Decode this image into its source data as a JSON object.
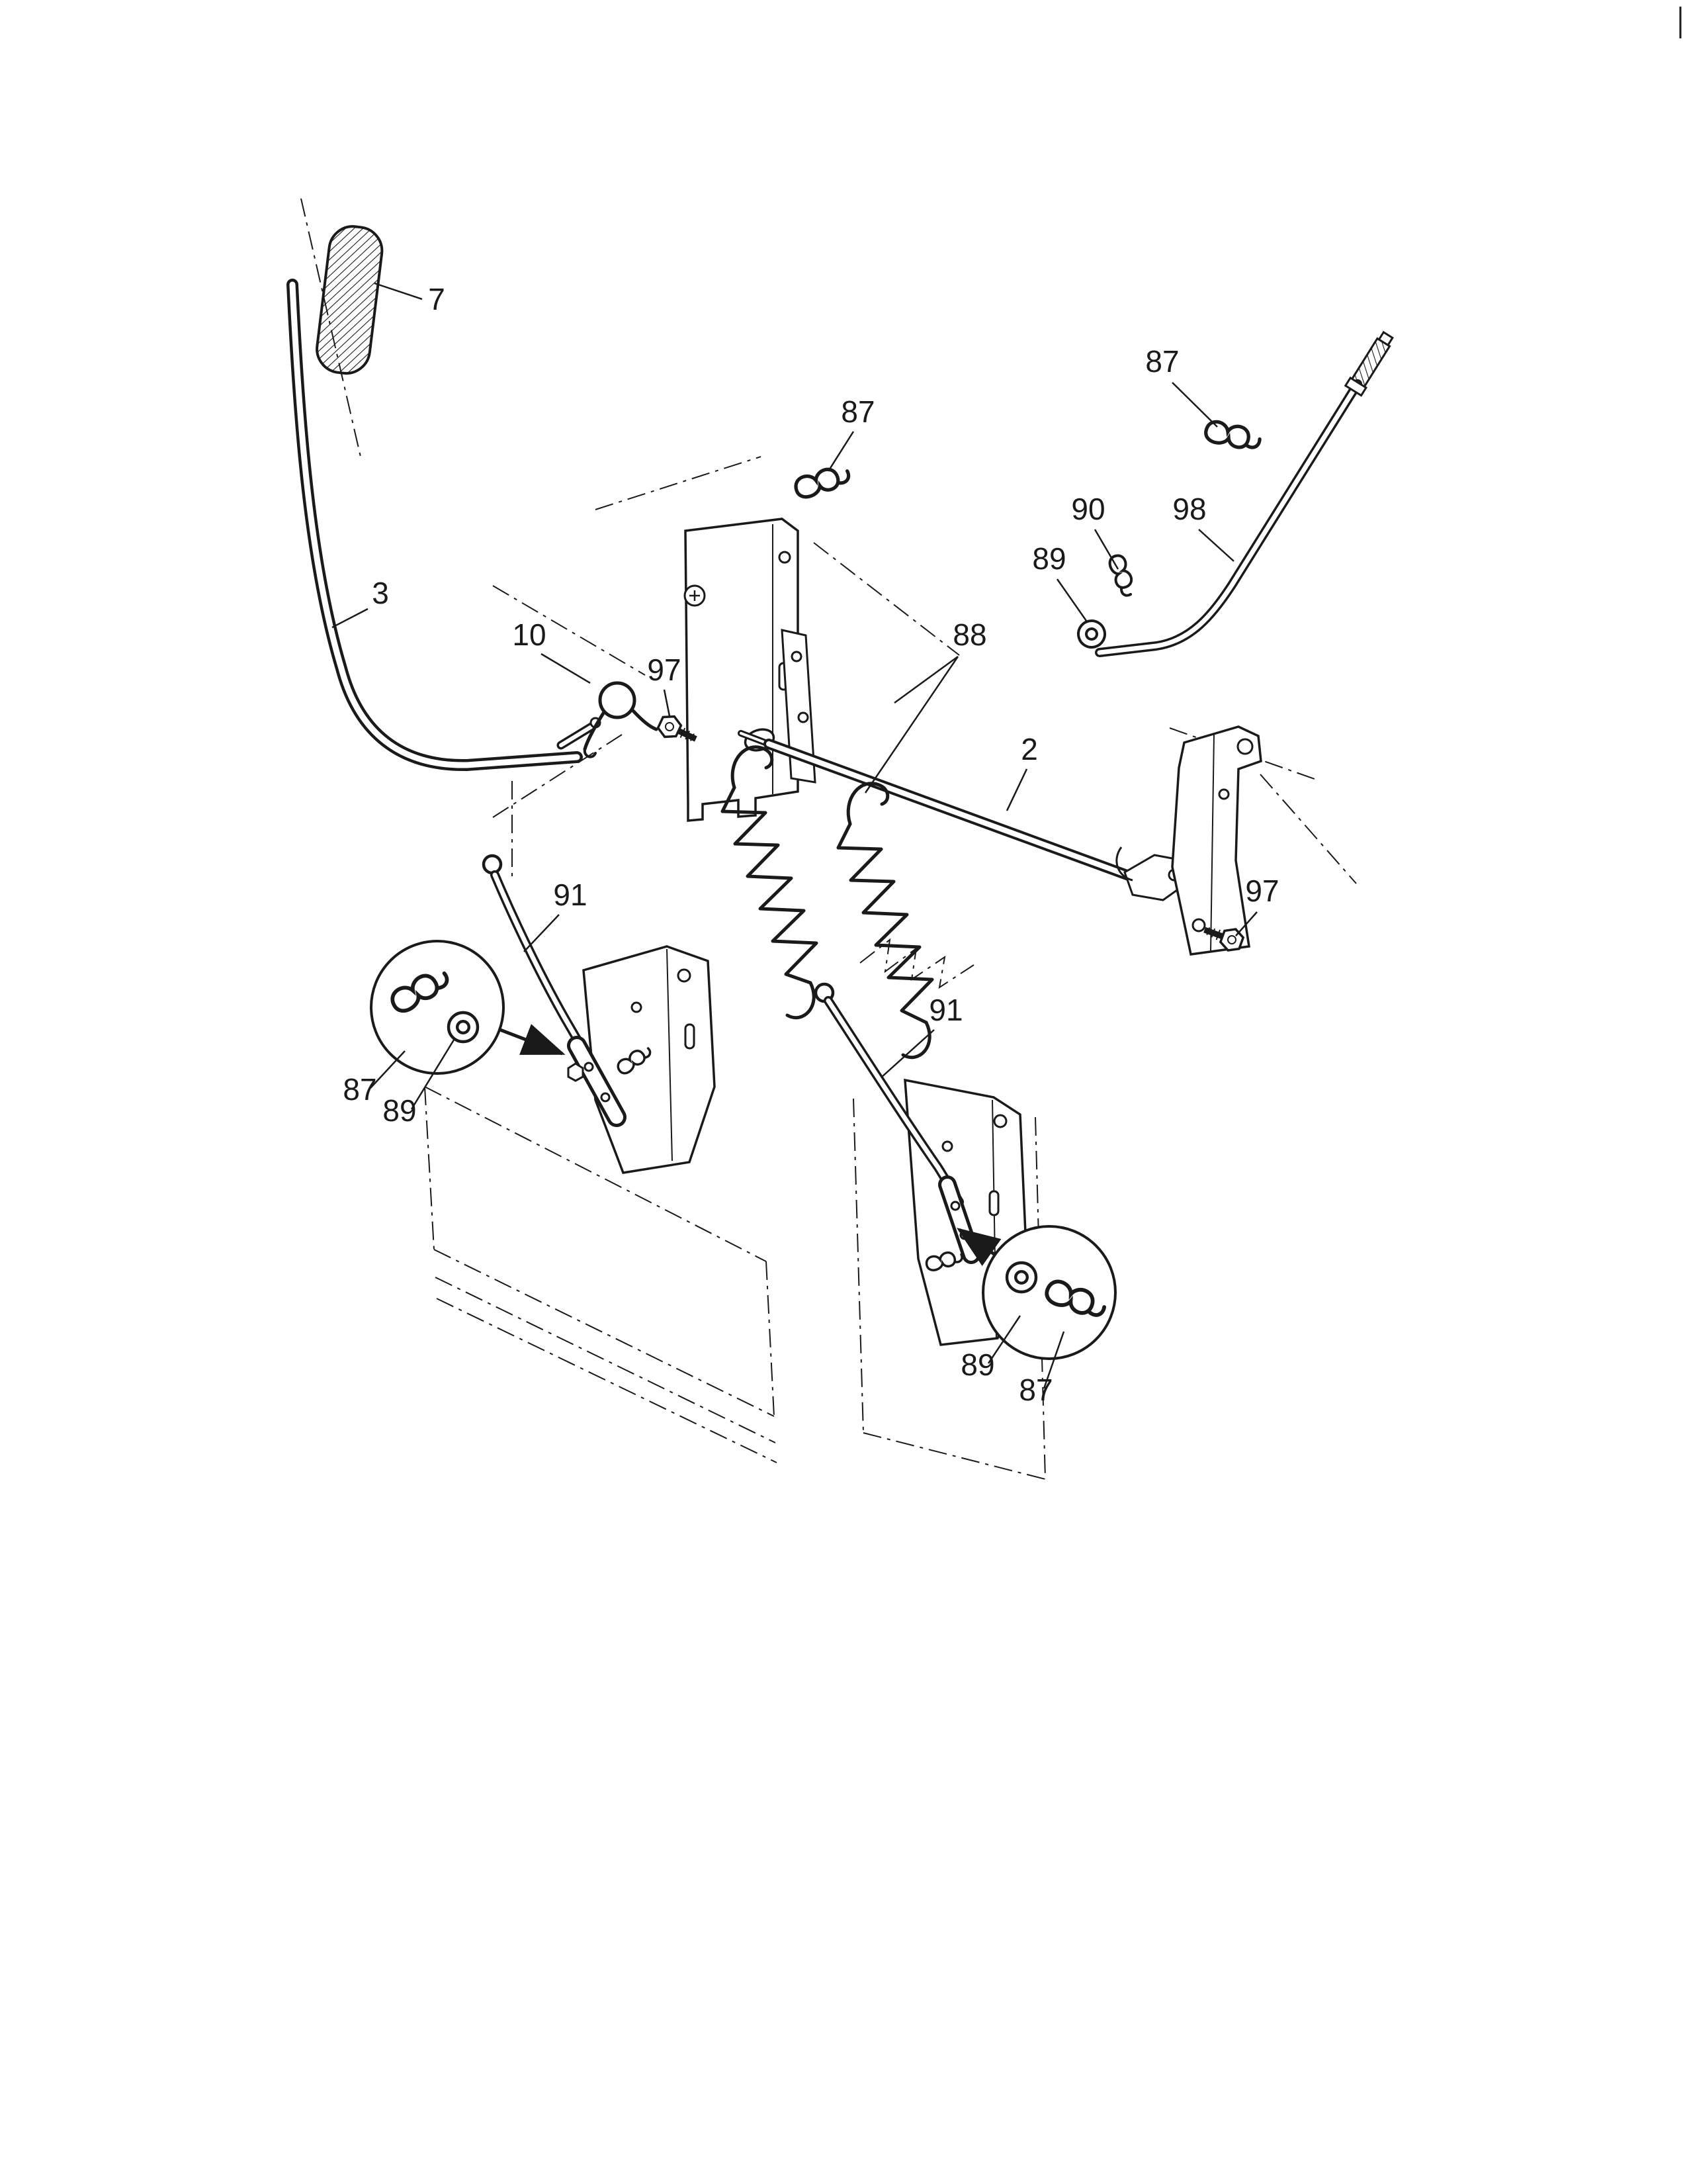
{
  "colors": {
    "ink": "#1a1a1a",
    "paper": "#ffffff"
  },
  "callouts": [
    {
      "part": "7"
    },
    {
      "part": "3"
    },
    {
      "part": "87"
    },
    {
      "part": "10"
    },
    {
      "part": "97"
    },
    {
      "part": "88"
    },
    {
      "part": "2"
    },
    {
      "part": "87"
    },
    {
      "part": "90"
    },
    {
      "part": "89"
    },
    {
      "part": "98"
    },
    {
      "part": "97"
    },
    {
      "part": "91"
    },
    {
      "part": "87"
    },
    {
      "part": "89"
    },
    {
      "part": "91"
    },
    {
      "part": "89"
    },
    {
      "part": "87"
    }
  ]
}
